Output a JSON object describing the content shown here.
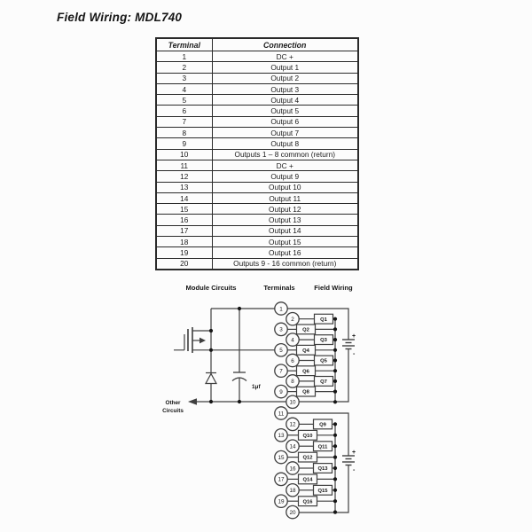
{
  "page": {
    "title": "Field Wiring: MDL740"
  },
  "table": {
    "headers": [
      "Terminal",
      "Connection"
    ],
    "rows": [
      [
        "1",
        "DC +"
      ],
      [
        "2",
        "Output 1"
      ],
      [
        "3",
        "Output 2"
      ],
      [
        "4",
        "Output 3"
      ],
      [
        "5",
        "Output 4"
      ],
      [
        "6",
        "Output 5"
      ],
      [
        "7",
        "Output 6"
      ],
      [
        "8",
        "Output 7"
      ],
      [
        "9",
        "Output 8"
      ],
      [
        "10",
        "Outputs 1 – 8 common (return)"
      ],
      [
        "11",
        "DC +"
      ],
      [
        "12",
        "Output 9"
      ],
      [
        "13",
        "Output 10"
      ],
      [
        "14",
        "Output 11"
      ],
      [
        "15",
        "Output 12"
      ],
      [
        "16",
        "Output 13"
      ],
      [
        "17",
        "Output 14"
      ],
      [
        "18",
        "Output 15"
      ],
      [
        "19",
        "Output 16"
      ],
      [
        "20",
        "Outputs 9 - 16 common (return)"
      ]
    ]
  },
  "diagram": {
    "column_labels": [
      "Module Circuits",
      "Terminals",
      "Field Wiring"
    ],
    "terminals": [
      "1",
      "2",
      "3",
      "4",
      "5",
      "6",
      "7",
      "8",
      "9",
      "10",
      "11",
      "12",
      "13",
      "14",
      "15",
      "16",
      "17",
      "18",
      "19",
      "20"
    ],
    "loads": [
      "Q1",
      "Q2",
      "Q3",
      "Q4",
      "Q5",
      "Q6",
      "Q7",
      "Q8",
      "Q9",
      "Q10",
      "Q11",
      "Q12",
      "Q13",
      "Q14",
      "Q15",
      "Q16"
    ],
    "capacitor_label": "1μf",
    "other_circuits_label": [
      "Other",
      "Circuits"
    ],
    "battery_plus": "+",
    "battery_minus": "-",
    "colors": {
      "line": "#3f3f3f",
      "text": "#161616",
      "capacitor_label_color": "#7d4e3e",
      "background": "#fcfcfc"
    }
  }
}
